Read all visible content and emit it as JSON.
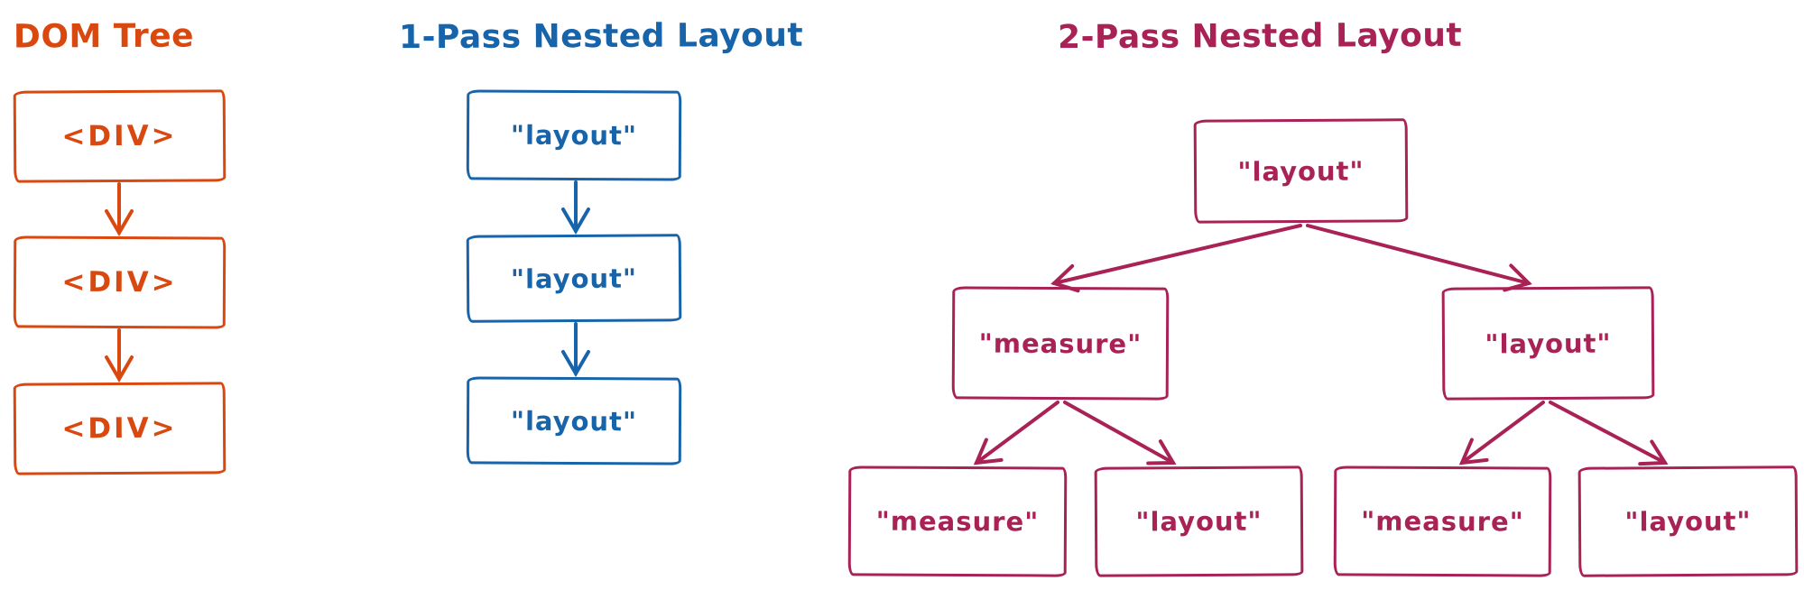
{
  "colors": {
    "dom_tree": "#d9480f",
    "one_pass": "#1864ab",
    "two_pass": "#a82255",
    "background": "#ffffff"
  },
  "dom_tree": {
    "title": "DOM Tree",
    "nodes": [
      "<DIV>",
      "<DIV>",
      "<DIV>"
    ]
  },
  "one_pass": {
    "title": "1-Pass Nested Layout",
    "nodes": [
      "\"layout\"",
      "\"layout\"",
      "\"layout\""
    ]
  },
  "two_pass": {
    "title": "2-Pass Nested Layout",
    "root": "\"layout\"",
    "children": [
      "\"measure\"",
      "\"layout\""
    ],
    "grandchildren": [
      "\"measure\"",
      "\"layout\"",
      "\"measure\"",
      "\"layout\""
    ]
  }
}
